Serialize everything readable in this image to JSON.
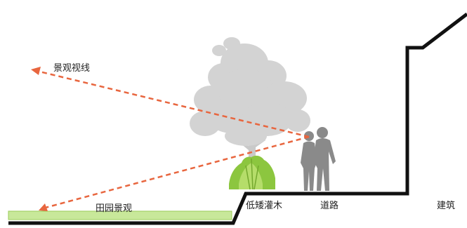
{
  "labels": {
    "sightline": "景观视线",
    "field_landscape": "田园景观",
    "shrubs": "低矮灌木",
    "road": "道路",
    "building": "建筑"
  },
  "colors": {
    "ground_line": "#111111",
    "sightline": "#e8663f",
    "tree": "#d3d3d3",
    "people": "#8a8a8a",
    "shrub": "#8cc63f",
    "shrub_light": "#b5dd6a",
    "field_strip": "#c8e89a"
  }
}
